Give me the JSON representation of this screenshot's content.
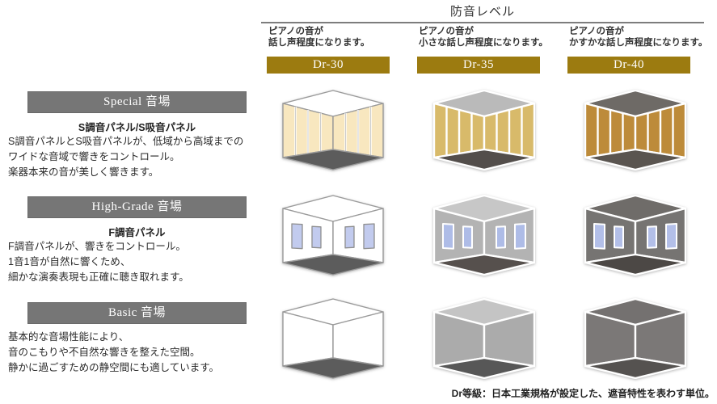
{
  "header": {
    "title": "防音レベル"
  },
  "columns": [
    {
      "desc_line1": "ピアノの音が",
      "desc_line2": "話し声程度になります。",
      "badge": "Dr-30"
    },
    {
      "desc_line1": "ピアノの音が",
      "desc_line2": "小さな話し声程度になります。",
      "badge": "Dr-35"
    },
    {
      "desc_line1": "ピアノの音が",
      "desc_line2": "かすかな話し声程度になります。",
      "badge": "Dr-40"
    }
  ],
  "rows": [
    {
      "header": "Special 音場",
      "subtitle": "S調音パネル/S吸音パネル",
      "lines": [
        "S調音パネルとS吸音パネルが、低域から高域までの",
        "ワイドな音域で響きをコントロール。",
        "楽器本来の音が美しく響きます。"
      ]
    },
    {
      "header": "High-Grade 音場",
      "subtitle": "F調音パネル",
      "lines": [
        "F調音パネルが、響きをコントロール。",
        "1音1音が自然に響くため、",
        "細かな演奏表現も正確に聴き取れます。"
      ]
    },
    {
      "header": "Basic 音場",
      "subtitle": "",
      "lines": [
        "基本的な音場性能により、",
        "音のこもりや不自然な響きを整えた空間。",
        "静かに過ごすための静空間にも適しています。"
      ]
    }
  ],
  "footnote": "Dr等級：日本工業規格が設定した、遮音特性を表わす単位。",
  "colors": {
    "badge_gold": "#9c7b10",
    "row_header_gray": "#767676",
    "divider_line": "#7d7d7d",
    "floor_dark": "#5c5c5c",
    "panel_blue": "#aebce7",
    "wall_cream": "#f8e7bf",
    "wall_gold_mid": "#d8ba6a",
    "wall_gold_dark": "#bd8b3a"
  },
  "boxes": [
    [
      {
        "type": "paneled",
        "outline": "#9a9a9a",
        "ceiling": "#ffffff",
        "wall": "#f8e7bf",
        "floor": "#5c5c5c",
        "gap": "#ffffff"
      },
      {
        "type": "paneled",
        "outline": null,
        "ceiling": "#bababa",
        "wall": "#d8ba6a",
        "floor": "#534e4b",
        "gap": "#ffffff"
      },
      {
        "type": "paneled",
        "outline": null,
        "ceiling": "#6e6a66",
        "wall": "#bd8b3a",
        "floor": "#5a5550",
        "gap": "#ffffff"
      }
    ],
    [
      {
        "type": "windows",
        "outline": "#9a9a9a",
        "ceiling": "#ffffff",
        "wall": "#ffffff",
        "floor": "#5c5c5c",
        "gap": "#ffffff",
        "panel": "#c2cbee",
        "panel_border": "#8f8f8f"
      },
      {
        "type": "windows",
        "outline": null,
        "ceiling": "#c7c7c7",
        "wall": "#b3b3b3",
        "floor": "#56504d",
        "gap": "#ffffff",
        "panel": "#aebce7",
        "panel_border": "#ffffff"
      },
      {
        "type": "windows",
        "outline": null,
        "ceiling": "#6f6c69",
        "wall": "#767472",
        "floor": "#4c4845",
        "gap": "#ffffff",
        "panel": "#b3bfe8",
        "panel_border": "#ffffff"
      }
    ],
    [
      {
        "type": "plain",
        "outline": "#9a9a9a",
        "ceiling": "#ffffff",
        "wall": "#ffffff",
        "floor": "#5c5c5c",
        "gap": "#ffffff"
      },
      {
        "type": "plain",
        "outline": null,
        "ceiling": "#c4c4c4",
        "wall": "#ababab",
        "floor": "#575757",
        "gap": "#ffffff"
      },
      {
        "type": "plain",
        "outline": null,
        "ceiling": "#747170",
        "wall": "#7b7877",
        "floor": "#555250",
        "gap": "#ffffff"
      }
    ]
  ]
}
